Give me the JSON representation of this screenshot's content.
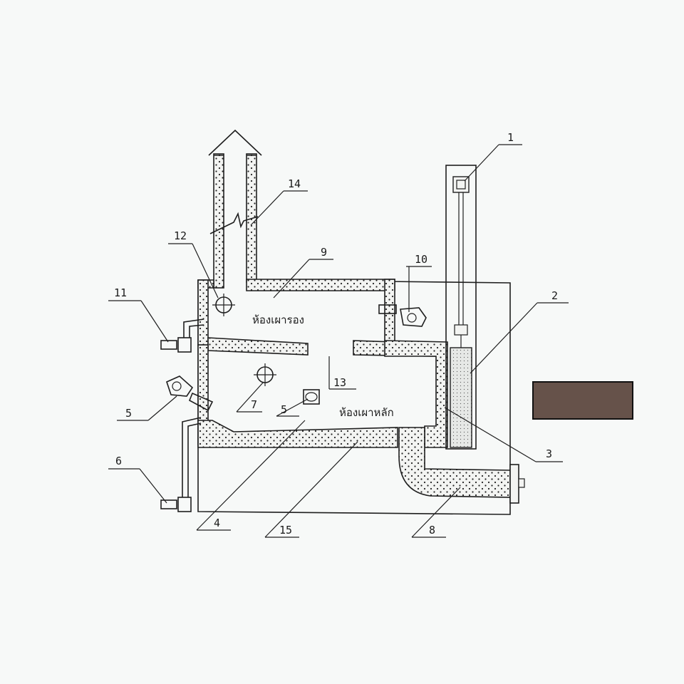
{
  "diagram": {
    "chamber_labels": {
      "secondary": "ห้องเผารอง",
      "primary": "ห้องเผาหลัก"
    },
    "callouts": {
      "c1": "1",
      "c2": "2",
      "c3": "3",
      "c4": "4",
      "c5a": "5",
      "c5b": "5",
      "c6": "6",
      "c7": "7",
      "c8": "8",
      "c9": "9",
      "c10": "10",
      "c11": "11",
      "c12": "12",
      "c13": "13",
      "c14": "14",
      "c15": "15"
    },
    "swatch_color": "#66524a",
    "line_color": "#1f1f1f",
    "background": "#f7f9f8"
  }
}
